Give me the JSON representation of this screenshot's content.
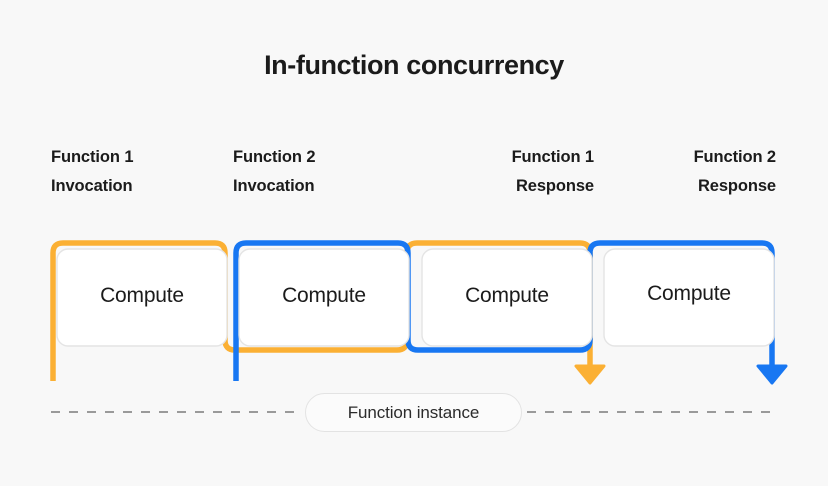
{
  "page": {
    "title": "In-function concurrency",
    "background_color": "#f8f8f8"
  },
  "colors": {
    "orange": "#fbb034",
    "blue": "#1877f2",
    "box_border": "#e4e4e4",
    "box_fill": "#ffffff",
    "text": "#1b1b1b",
    "dash": "#9a9a9a"
  },
  "labels": [
    {
      "line1": "Function 1",
      "line2": "Invocation",
      "align": "left"
    },
    {
      "line1": "Function 2",
      "line2": "Invocation",
      "align": "left"
    },
    {
      "line1": "Function 1",
      "line2": "Response",
      "align": "right"
    },
    {
      "line1": "Function 2",
      "line2": "Response",
      "align": "right"
    }
  ],
  "boxes": [
    {
      "label": "Compute",
      "track": "orange"
    },
    {
      "label": "Compute",
      "track": "blue"
    },
    {
      "label": "Compute",
      "track": "orange"
    },
    {
      "label": "Compute",
      "track": "blue"
    }
  ],
  "footer": {
    "instance_label": "Function instance"
  }
}
